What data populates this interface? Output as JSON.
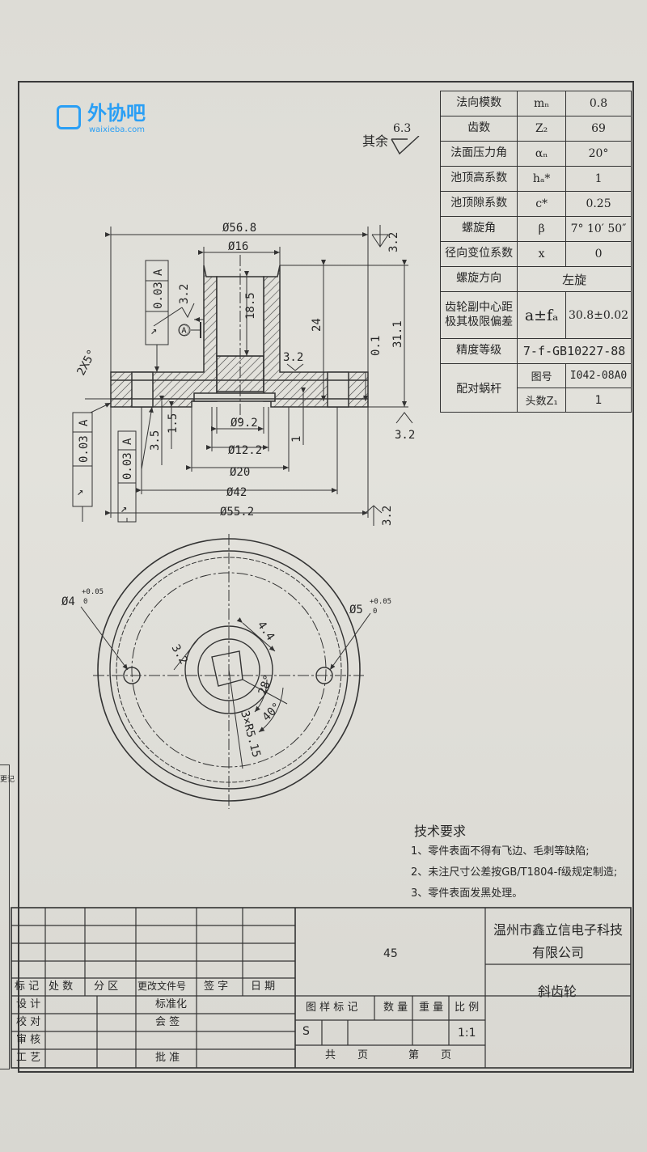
{
  "watermark": {
    "brand": "外协吧",
    "url": "waixieba.com"
  },
  "surface_note": {
    "label": "其余",
    "roughness": "6.3"
  },
  "params": [
    {
      "name": "法向模数",
      "sym": "mₙ",
      "val": "0.8"
    },
    {
      "name": "齿数",
      "sym": "Z₂",
      "val": "69"
    },
    {
      "name": "法面压力角",
      "sym": "αₙ",
      "val": "20°"
    },
    {
      "name": "池顶高系数",
      "sym": "hₐ*",
      "val": "1"
    },
    {
      "name": "池顶隙系数",
      "sym": "c*",
      "val": "0.25"
    },
    {
      "name": "螺旋角",
      "sym": "β",
      "val": "7° 10′ 50″"
    },
    {
      "name": "径向变位系数",
      "sym": "x",
      "val": "0"
    },
    {
      "name": "螺旋方向",
      "sym": "",
      "val": "左旋"
    },
    {
      "name": "齿轮副中心距\n极其极限偏差",
      "sym": "a±fₐ",
      "val": "30.8±0.02"
    },
    {
      "name": "精度等级",
      "sym": "",
      "val": "7-f-GB10227-88"
    }
  ],
  "worm": {
    "name": "配对蜗杆",
    "r1_label": "图号",
    "r1_val": "I042-08A0",
    "r2_label": "头数Z₁",
    "r2_val": "1"
  },
  "dims": {
    "d568": "Ø56.8",
    "d16": "Ø16",
    "d92": "Ø9.2",
    "d122": "Ø12.2",
    "d20": "Ø20",
    "d42": "Ø42",
    "d552": "Ø55.2",
    "h185": "18.5",
    "h24": "24",
    "h01": "0.1",
    "h311": "31.1",
    "h35": "3.5",
    "h15": "1.5",
    "h1": "1",
    "chamfer": "2X5°",
    "r32": "3.2",
    "tol": "0.03",
    "datum": "A",
    "datum_mark": "Ⓐ",
    "hole4": "Ø4",
    "hole5": "Ø5",
    "tol_up": "+0.05",
    "tol_dn": "0",
    "d44": "4.4",
    "d32": "3.2",
    "a28": "28°",
    "a40": "40°",
    "r515": "3×R5.15"
  },
  "tech": {
    "title": "技术要求",
    "items": [
      "1、零件表面不得有飞边、毛刺等缺陷;",
      "2、未注尺寸公差按GB/T1804-f级规定制造;",
      "3、零件表面发黑处理。"
    ]
  },
  "title_block": {
    "company": "温州市鑫立信电子科技\n有限公司",
    "part_name": "斜齿轮",
    "drawing_no": "45",
    "hdr": [
      "标 记",
      "处 数",
      "分 区",
      "更改文件号",
      "签 字",
      "日 期"
    ],
    "roles": [
      "设 计",
      "校 对",
      "审 核",
      "工 艺"
    ],
    "roles2": [
      "标准化",
      "会 签",
      "批 准"
    ],
    "attrs": [
      "图 样 标 记",
      "数 量",
      "重 量",
      "比 例"
    ],
    "stage": "S",
    "scale": "1:1",
    "sheets": [
      "共",
      "页",
      "第",
      "页"
    ]
  },
  "edge_label": "更记"
}
